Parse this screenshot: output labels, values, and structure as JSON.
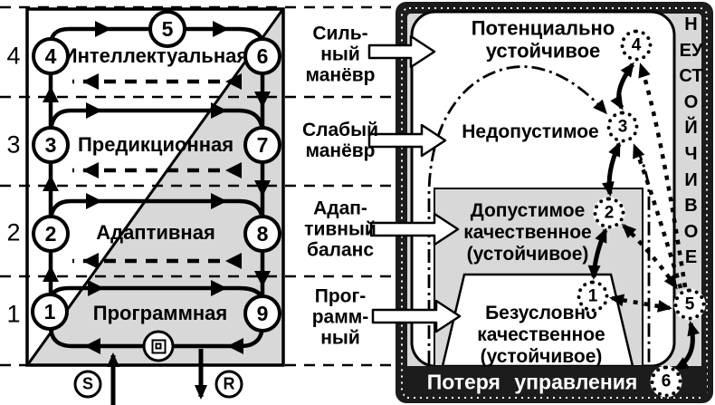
{
  "left_panel": {
    "level_numbers": [
      "4",
      "3",
      "2",
      "1"
    ],
    "layers": [
      "Интеллектуальная",
      "Предикционная",
      "Адаптивная",
      "Программная"
    ],
    "nodes": {
      "n1": "1",
      "n2": "2",
      "n3": "3",
      "n4": "4",
      "n5": "5",
      "n6": "6",
      "n7": "7",
      "n8": "8",
      "n9": "9"
    },
    "input_label": "S",
    "output_label": "R"
  },
  "maneuver_labels": {
    "strong": "Силь-\nный\nманёвр",
    "weak": "Слабый\nманёвр",
    "adaptive": "Адап-\nтивный\nбаланс",
    "program": "Прог-\nрамм-\nный"
  },
  "right_panel": {
    "zones": {
      "potentially_stable": "Потенциально\nустойчивое",
      "inadmissible": "Недопустимое",
      "admissible": "Допустимое\nкачественное\n(устойчивое)",
      "unconditional": "Безусловно\nкачественное\n(устойчивое)",
      "unstable_vertical": "НЕУСТОЙЧИВОЕ",
      "loss_of_control": "Потеря управления"
    },
    "state_nodes": {
      "s1": "1",
      "s2": "2",
      "s3": "3",
      "s4": "4",
      "s5": "5",
      "s6": "6"
    }
  },
  "colors": {
    "panel_gray": "#d8d8d8",
    "frame_dark": "#1c1c1c",
    "white": "#ffffff",
    "black": "#000000"
  }
}
